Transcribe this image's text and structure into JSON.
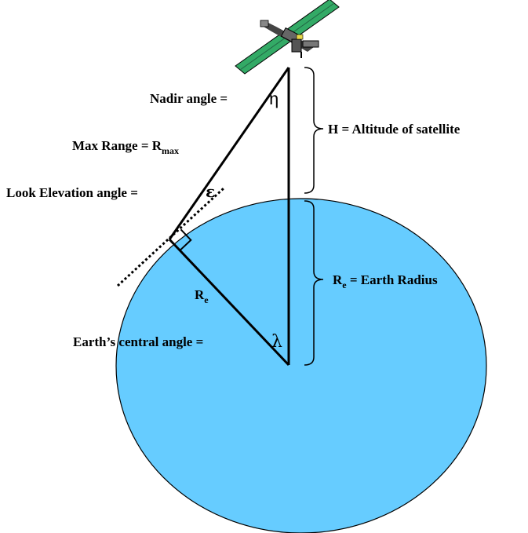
{
  "labels": {
    "nadir_angle": "Nadir angle =",
    "nadir_symbol": "η",
    "max_range_prefix": "Max Range = R",
    "max_range_sub": "max",
    "look_elevation": "Look Elevation angle =",
    "elevation_symbol": "ε",
    "altitude": "H = Altitude of satellite",
    "earth_radius_prefix": "R",
    "earth_radius_sub": "e",
    "earth_radius_suffix": " = Earth Radius",
    "re_side_prefix": "R",
    "re_side_sub": "e",
    "central_angle": "Earth’s central angle =",
    "central_symbol": "λ"
  },
  "colors": {
    "earth_fill": "#66ccff",
    "line": "#000000",
    "panel": "#33aa66",
    "satellite_body": "#555555"
  },
  "icons": {
    "satellite": "satellite-icon"
  }
}
